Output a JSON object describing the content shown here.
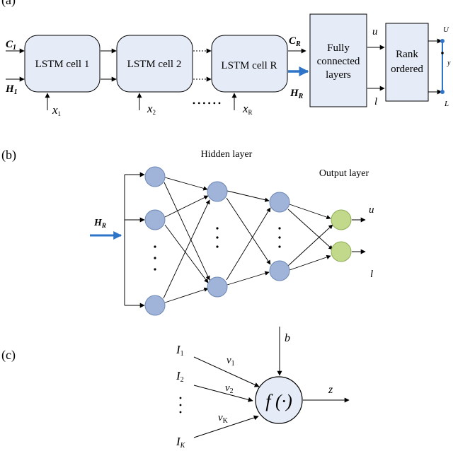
{
  "panel_a": {
    "label": "(a)",
    "cells": [
      {
        "name": "LSTM cell 1",
        "input_var": "x",
        "input_sub": "1"
      },
      {
        "name": "LSTM cell 2",
        "input_var": "x",
        "input_sub": "2"
      },
      {
        "name": "LSTM cell R",
        "input_var": "x",
        "input_sub": "R"
      }
    ],
    "c_in": {
      "var": "C",
      "sub": "1"
    },
    "h_in": {
      "var": "H",
      "sub": "1"
    },
    "c_out": {
      "var": "C",
      "sub": "R"
    },
    "h_out": {
      "var": "H",
      "sub": "R"
    },
    "dots": "• • • • • •",
    "fc_label": [
      "Fully",
      "connected",
      "layers"
    ],
    "u": "u",
    "l": "l",
    "rank_label": [
      "Rank",
      "ordered"
    ],
    "U": "U",
    "y": "y",
    "L": "L"
  },
  "panel_b": {
    "label": "(b)",
    "hidden_title": "Hidden layer",
    "output_title": "Output layer",
    "input": {
      "var": "H",
      "sub": "R"
    },
    "outputs": [
      "u",
      "l"
    ],
    "colors": {
      "hidden": "#9fb4d8",
      "output": "#c2d98c"
    }
  },
  "panel_c": {
    "label": "(c)",
    "inputs": [
      {
        "var": "I",
        "sub": "1"
      },
      {
        "var": "I",
        "sub": "2"
      },
      {
        "var": "I",
        "sub": "K"
      }
    ],
    "weights": [
      {
        "var": "v",
        "sub": "1"
      },
      {
        "var": "v",
        "sub": "2"
      },
      {
        "var": "v",
        "sub": "K"
      }
    ],
    "bias": "b",
    "func": "f (·)",
    "output": "z"
  },
  "colors": {
    "cell_fill": "#e6ecf7",
    "arrow_blue": "#2e75c9",
    "node_stroke": "#6e87b5"
  }
}
